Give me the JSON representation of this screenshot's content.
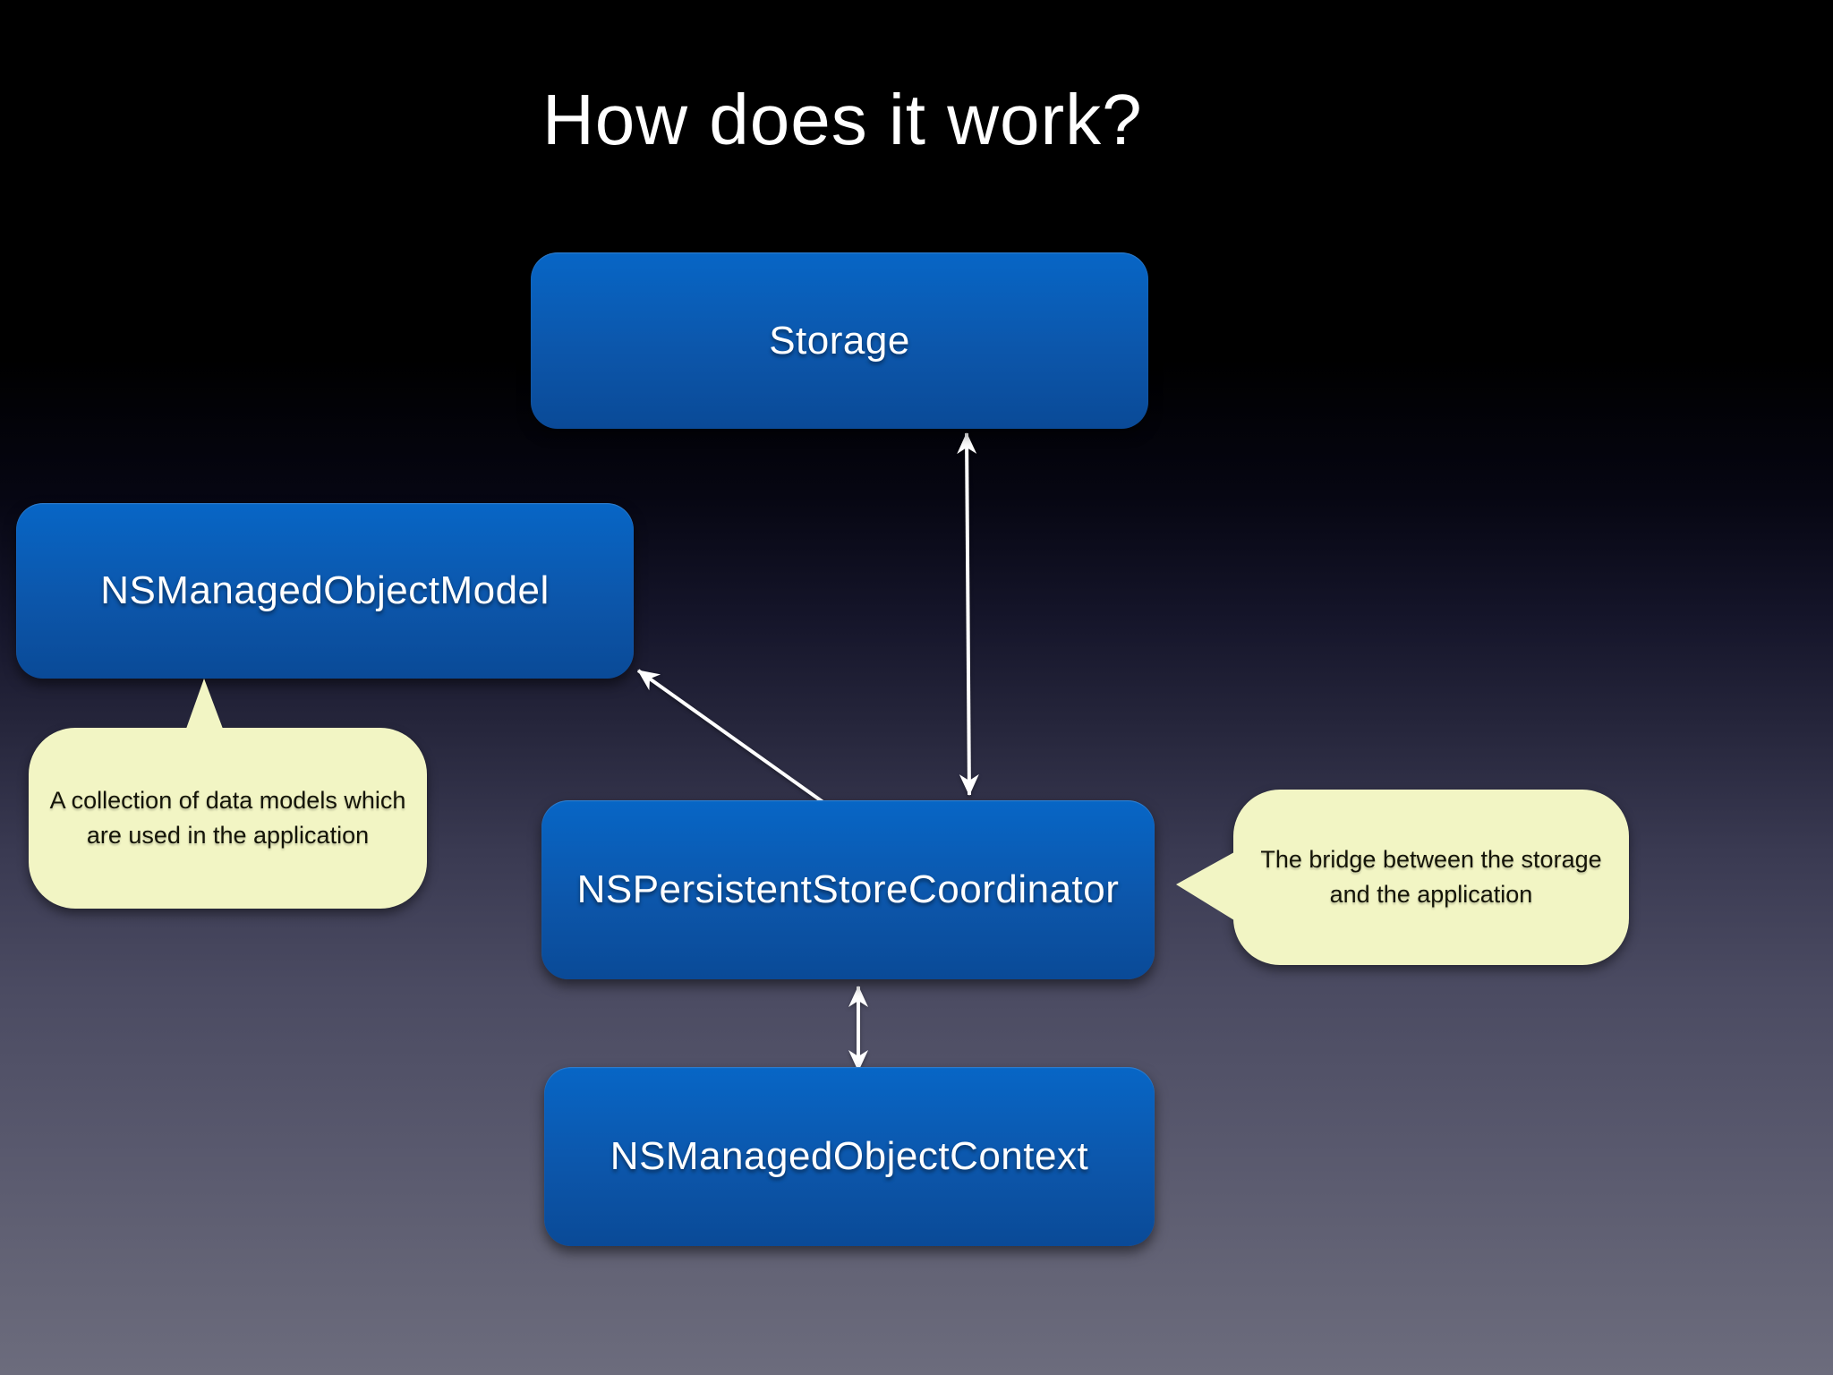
{
  "slide": {
    "title": "How does it work?"
  },
  "diagram": {
    "nodes": {
      "storage": {
        "label": "Storage"
      },
      "model": {
        "label": "NSManagedObjectModel"
      },
      "coordinator": {
        "label": "NSPersistentStoreCoordinator"
      },
      "context": {
        "label": "NSManagedObjectContext"
      }
    },
    "callouts": {
      "model_note": {
        "text": "A collection of data models which\nare used in the application",
        "points_to": "model"
      },
      "coordinator_note": {
        "text": "The bridge between the storage\nand the application",
        "points_to": "coordinator"
      }
    },
    "edges": [
      {
        "from": "storage",
        "to": "coordinator",
        "arrows": "both"
      },
      {
        "from": "coordinator",
        "to": "model",
        "arrows": "single-toward-model"
      },
      {
        "from": "coordinator",
        "to": "context",
        "arrows": "both"
      }
    ],
    "colors": {
      "background_top": "#000000",
      "background_bottom": "#6c6c7d",
      "node_fill_top": "#0766c6",
      "node_fill_bottom": "#0a4a97",
      "node_text": "#ffffff",
      "callout_fill": "#f2f5c4",
      "callout_text": "#141408",
      "arrow": "#ffffff",
      "title_text": "#ffffff"
    }
  }
}
